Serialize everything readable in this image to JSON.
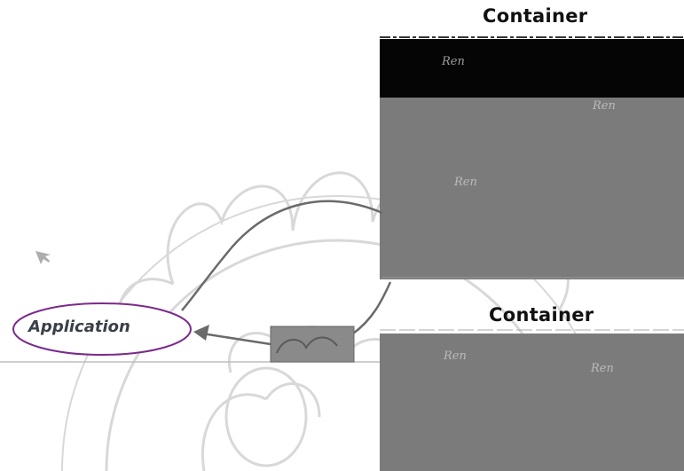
{
  "containers": [
    {
      "title": "Container",
      "items": [
        "Ren",
        "Ren",
        "Ren"
      ]
    },
    {
      "title": "Container",
      "items": [
        "Ren",
        "Ren"
      ]
    }
  ],
  "application": {
    "label": "Application"
  },
  "colors": {
    "header_band": "#050505",
    "container_fill": "#7b7b7b",
    "watermark": "#c8c8c8",
    "connector": "#6a6a6a",
    "relay_box": "#8a8a8a",
    "ellipse_stroke": "#7a2a8a"
  },
  "icons": [
    "watermark-seal-icon",
    "cursor-icon"
  ]
}
